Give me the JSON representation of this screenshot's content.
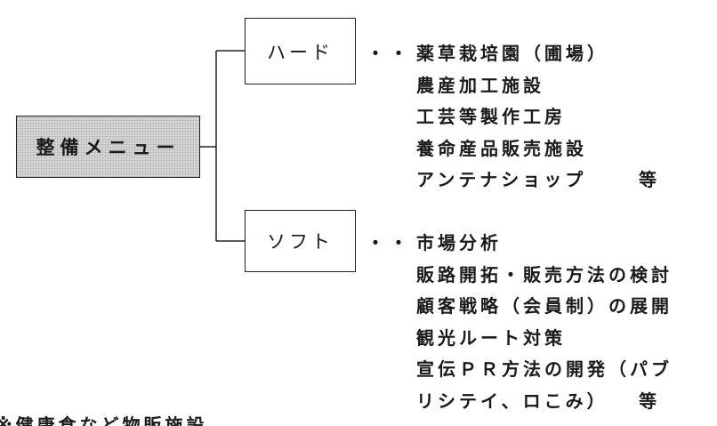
{
  "diagram": {
    "root": {
      "label": "整備メニュー"
    },
    "branches": [
      {
        "label": "ハード",
        "bullet": "・・",
        "items": [
          "薬草栽培園（圃場）",
          "農産加工施設",
          "工芸等製作工房",
          "養命産品販売施設",
          "アンテナショップ"
        ],
        "etc": "等"
      },
      {
        "label": "ソフト",
        "bullet": "・・",
        "items": [
          "市場分析",
          "販路開拓・販売方法の検討",
          "顧客戦略（会員制）の展開",
          "観光ルート対策",
          "宣伝ＰＲ方法の開発（パブ",
          "リシテイ、ロこみ）"
        ],
        "etc": "等"
      }
    ]
  },
  "footer": {
    "text": "※健康食など物販施設"
  }
}
